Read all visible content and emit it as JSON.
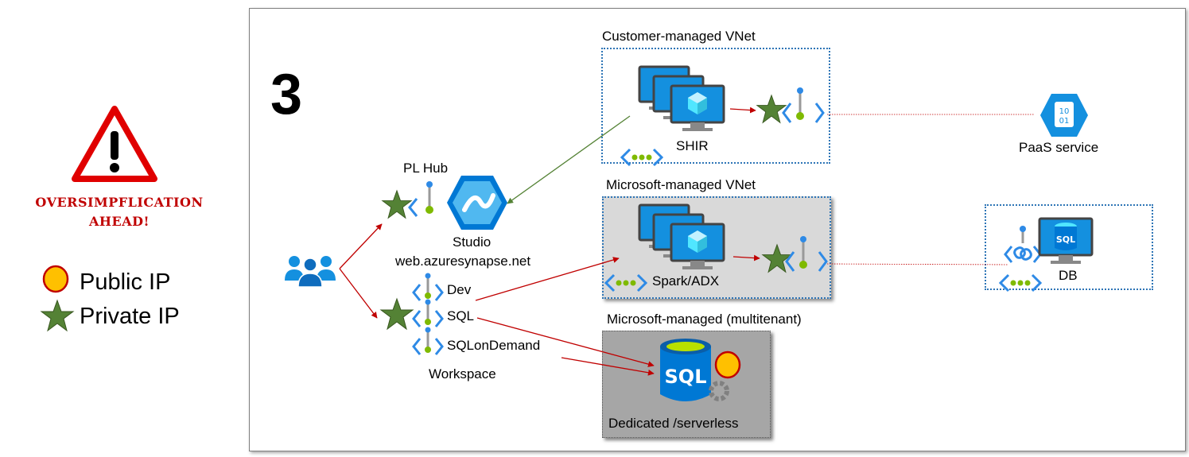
{
  "warning": {
    "line1": "OVERSIMPFLICATION",
    "line2": "AHEAD!"
  },
  "legend": {
    "public_ip": "Public IP",
    "private_ip": "Private IP"
  },
  "step_number": "3",
  "regions": {
    "customer_vnet": "Customer-managed VNet",
    "microsoft_vnet": "Microsoft-managed VNet",
    "microsoft_multitenant": "Microsoft-managed (multitenant)"
  },
  "nodes": {
    "shir": "SHIR",
    "paas": "PaaS service",
    "pl_hub": "PL Hub",
    "studio": "Studio",
    "studio_url": "web.azuresynapse.net",
    "spark": "Spark/ADX",
    "db": "DB",
    "dev": "Dev",
    "sql": "SQL",
    "sql_on_demand": "SQLonDemand",
    "workspace": "Workspace",
    "dedicated": "Dedicated /serverless",
    "sql_icon_text": "SQL",
    "paas_icon_text_1": "10",
    "paas_icon_text_2": "01",
    "db_icon_text": "SQL"
  },
  "colors": {
    "arrow_red": "#c00000",
    "arrow_green": "#548235",
    "star_green": "#548235",
    "azure_blue": "#0078d4",
    "dotted_border": "#2e75b6",
    "public_ip_fill": "#ffc000"
  }
}
